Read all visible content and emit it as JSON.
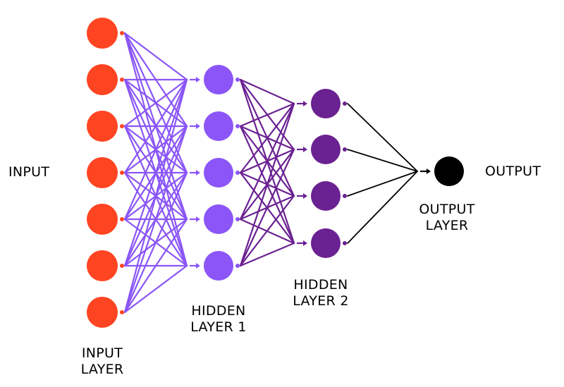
{
  "title": "Neural network architecture",
  "labels": {
    "input": "INPUT",
    "output": "OUTPUT",
    "input_layer": [
      "INPUT",
      "LAYER"
    ],
    "hidden_layer_1": [
      "HIDDEN",
      "LAYER 1"
    ],
    "hidden_layer_2": [
      "HIDDEN",
      "LAYER 2"
    ],
    "output_layer": [
      "OUTPUT",
      "LAYER"
    ]
  },
  "layers": [
    {
      "name": "input-layer",
      "nodes": 7,
      "color": "#ff4422",
      "edge_color": "#8a55f7"
    },
    {
      "name": "hidden-layer-1",
      "nodes": 5,
      "color": "#8b55f7",
      "edge_color": "#6a2192"
    },
    {
      "name": "hidden-layer-2",
      "nodes": 4,
      "color": "#6a2192",
      "edge_color": "#000000"
    },
    {
      "name": "output-layer",
      "nodes": 1,
      "color": "#000000"
    }
  ],
  "connectivity": "fully-connected"
}
